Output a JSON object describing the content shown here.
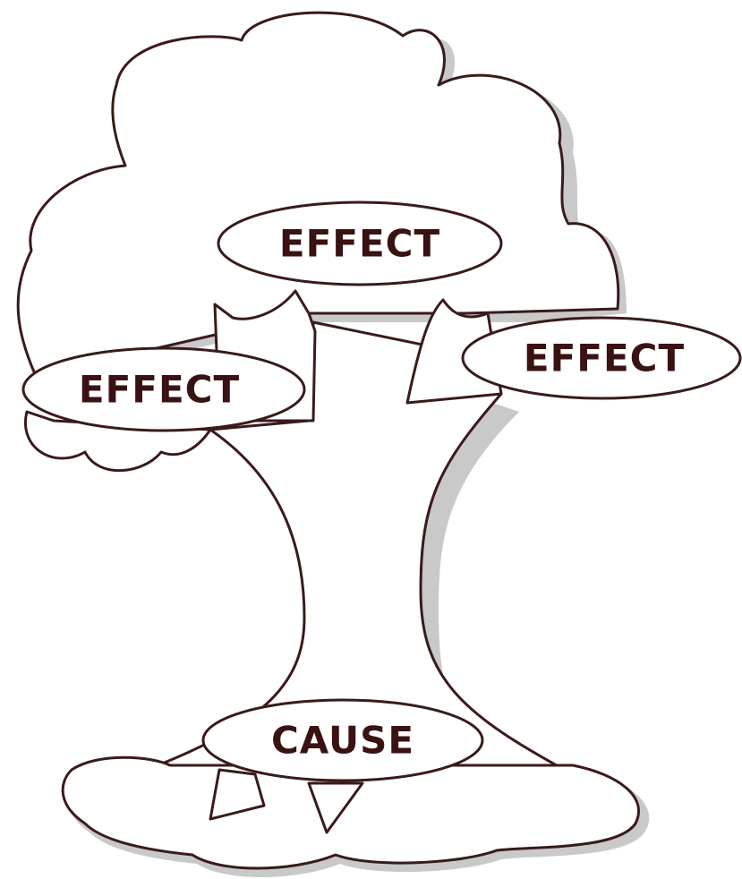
{
  "nodes": {
    "top_effect": "EFFECT",
    "left_effect": "EFFECT",
    "right_effect": "EFFECT",
    "cause": "CAUSE"
  },
  "colors": {
    "outline": "#3a1a1a",
    "text": "#3a1212",
    "shadow": "#c9c9c9",
    "background": "#ffffff"
  }
}
